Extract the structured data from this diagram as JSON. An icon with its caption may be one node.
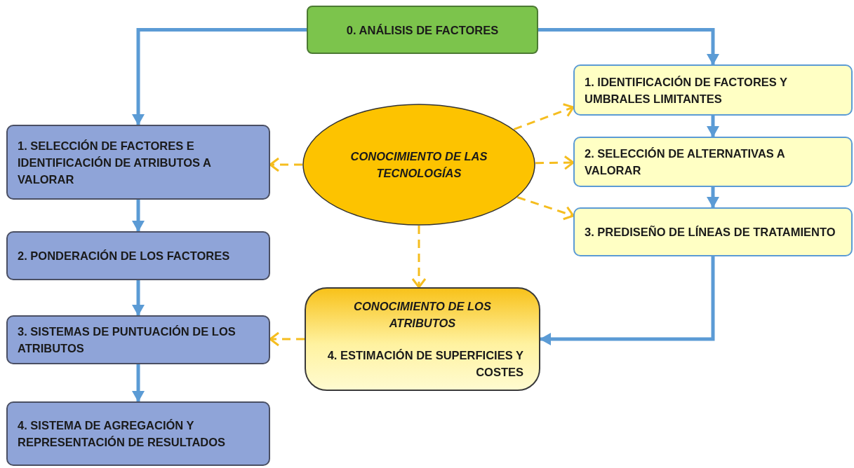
{
  "diagram": {
    "nodes": [
      {
        "text": [
          "0. ANÁLISIS DE FACTORES"
        ]
      },
      {
        "text": [
          "1. IDENTIFICACIÓN DE FACTORES Y UMBRALES LIMITANTES"
        ]
      },
      {
        "text": [
          "2. SELECCIÓN DE ALTERNATIVAS A VALORAR"
        ]
      },
      {
        "text": [
          "3. PREDISEÑO DE LÍNEAS DE TRATAMIENTO"
        ]
      },
      {
        "text": [
          "CONOCIMIENTO DE LAS TECNOLOGÍAS"
        ]
      },
      {
        "text": [
          "CONOCIMIENTO DE LOS ATRIBUTOS",
          "4. ESTIMACIÓN DE SUPERFICIES Y COSTES"
        ]
      },
      {
        "text": [
          "1. SELECCIÓN DE FACTORES E IDENTIFICACIÓN DE ATRIBUTOS A VALORAR"
        ]
      },
      {
        "text": [
          "2. PONDERACIÓN DE LOS FACTORES"
        ]
      },
      {
        "text": [
          "3. SISTEMAS DE PUNTUACIÓN DE LOS ATRIBUTOS"
        ]
      },
      {
        "text": [
          "4. SISTEMA DE AGREGACIÓN Y REPRESENTACIÓN DE RESULTADOS"
        ]
      }
    ],
    "edges": [
      {
        "from": 0,
        "to": 1,
        "arrow": "to"
      },
      {
        "from": 0,
        "to": 6,
        "arrow": "to"
      },
      {
        "from": 1,
        "to": 2,
        "arrow": "to"
      },
      {
        "from": 2,
        "to": 3,
        "arrow": "to"
      },
      {
        "from": 3,
        "to": 5,
        "arrow": "to"
      },
      {
        "from": 6,
        "to": 7,
        "arrow": "to"
      },
      {
        "from": 7,
        "to": 8,
        "arrow": "to"
      },
      {
        "from": 8,
        "to": 9,
        "arrow": "to"
      },
      {
        "from": 4,
        "to": 1,
        "arrow": "to",
        "style": "dashed",
        "color": "#f5bd1f"
      },
      {
        "from": 4,
        "to": 2,
        "arrow": "to",
        "style": "dashed",
        "color": "#f5bd1f"
      },
      {
        "from": 4,
        "to": 3,
        "arrow": "to",
        "style": "dashed",
        "color": "#f5bd1f"
      },
      {
        "from": 4,
        "to": 6,
        "arrow": "to",
        "style": "dashed",
        "color": "#f5bd1f"
      },
      {
        "from": 4,
        "to": 5,
        "arrow": "to",
        "style": "dashed",
        "color": "#f5bd1f"
      },
      {
        "from": 5,
        "to": 8,
        "arrow": "to",
        "style": "dashed",
        "color": "#f5bd1f"
      }
    ]
  }
}
